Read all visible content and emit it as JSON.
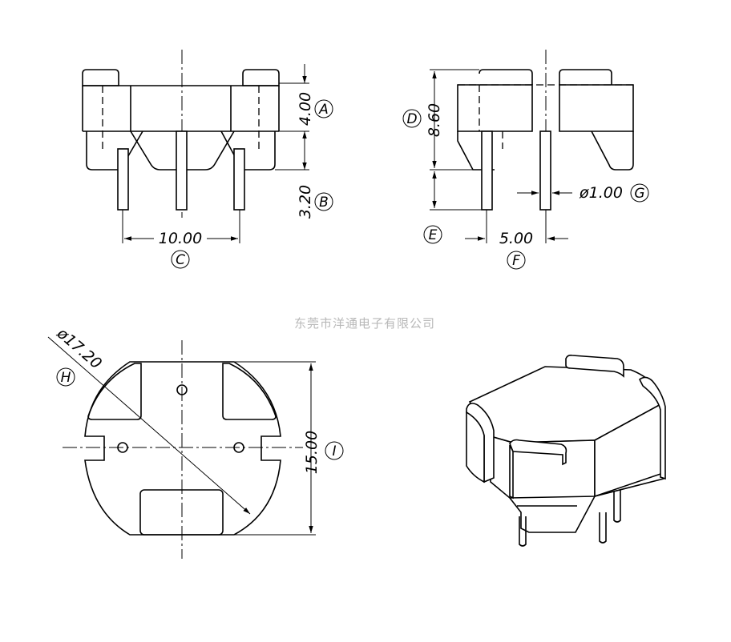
{
  "watermark": "东莞市洋通电子有限公司",
  "front_view": {
    "dim_A": "4.00",
    "dim_B": "3.20",
    "dim_C": "10.00",
    "label_A": "A",
    "label_B": "B",
    "label_C": "C"
  },
  "side_view": {
    "dim_D": "8.60",
    "dim_F": "5.00",
    "dim_G": "ø1.00",
    "label_D": "D",
    "label_E": "E",
    "label_F": "F",
    "label_G": "G"
  },
  "top_view": {
    "dim_H": "ø17.20",
    "dim_I": "15.00",
    "label_H": "H",
    "label_I": "I"
  }
}
